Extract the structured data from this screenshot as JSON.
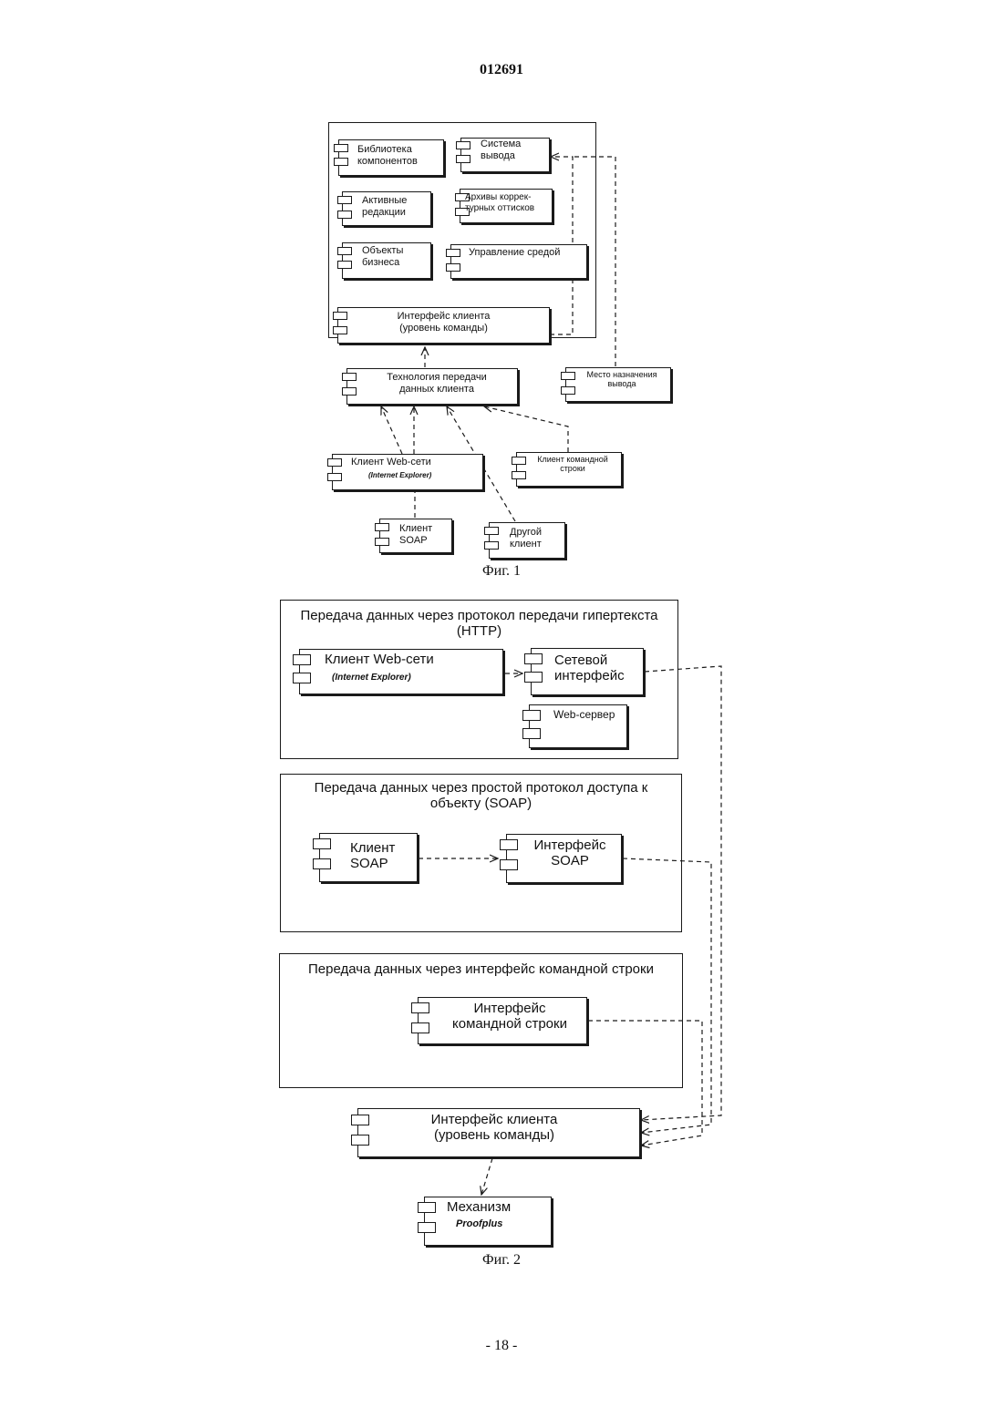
{
  "header": {
    "doc_number": "012691"
  },
  "footer": {
    "page_number": "- 18 -"
  },
  "figure1": {
    "caption": "Фиг. 1",
    "server": {
      "components": {
        "library": "Библиотека\nкомпонентов",
        "output_system": "Система\nвывода",
        "active_editions": "Активные\nредакции",
        "proof_archives": "Архивы коррек-\nтурных оттисков",
        "business_objects": "Объекты\nбизнеса",
        "env_management": "Управление средой",
        "client_interface": "Интерфейс клиента\n(уровень команды)"
      }
    },
    "transport": "Технология передачи\nданных клиента",
    "output_destination": "Место назначения\nвывода",
    "web_client": "Клиент Web-сети",
    "web_client_sub": "(Internet Explorer)",
    "cli_client": "Клиент командной\nстроки",
    "soap_client": "Клиент\nSOAP",
    "other_client": "Другой\nклиент"
  },
  "figure2": {
    "caption": "Фиг. 2",
    "http": {
      "title": "Передача данных через протокол передачи гипертекста\n(HTTP)",
      "web_client": "Клиент Web-сети",
      "web_client_sub": "(Internet Explorer)",
      "net_interface": "Сетевой\nинтерфейс",
      "web_server": "Web-сервер"
    },
    "soap": {
      "title": "Передача данных через простой протокол доступа к\nобъекту (SOAP)",
      "client": "Клиент\nSOAP",
      "interface": "Интерфейс\nSOAP"
    },
    "cli": {
      "title": "Передача данных через интерфейс командной строки",
      "interface": "Интерфейс\nкомандной строки"
    },
    "client_interface": "Интерфейс клиента\n(уровень команды)",
    "engine": "Механизм",
    "engine_sub": "Proofplus"
  }
}
